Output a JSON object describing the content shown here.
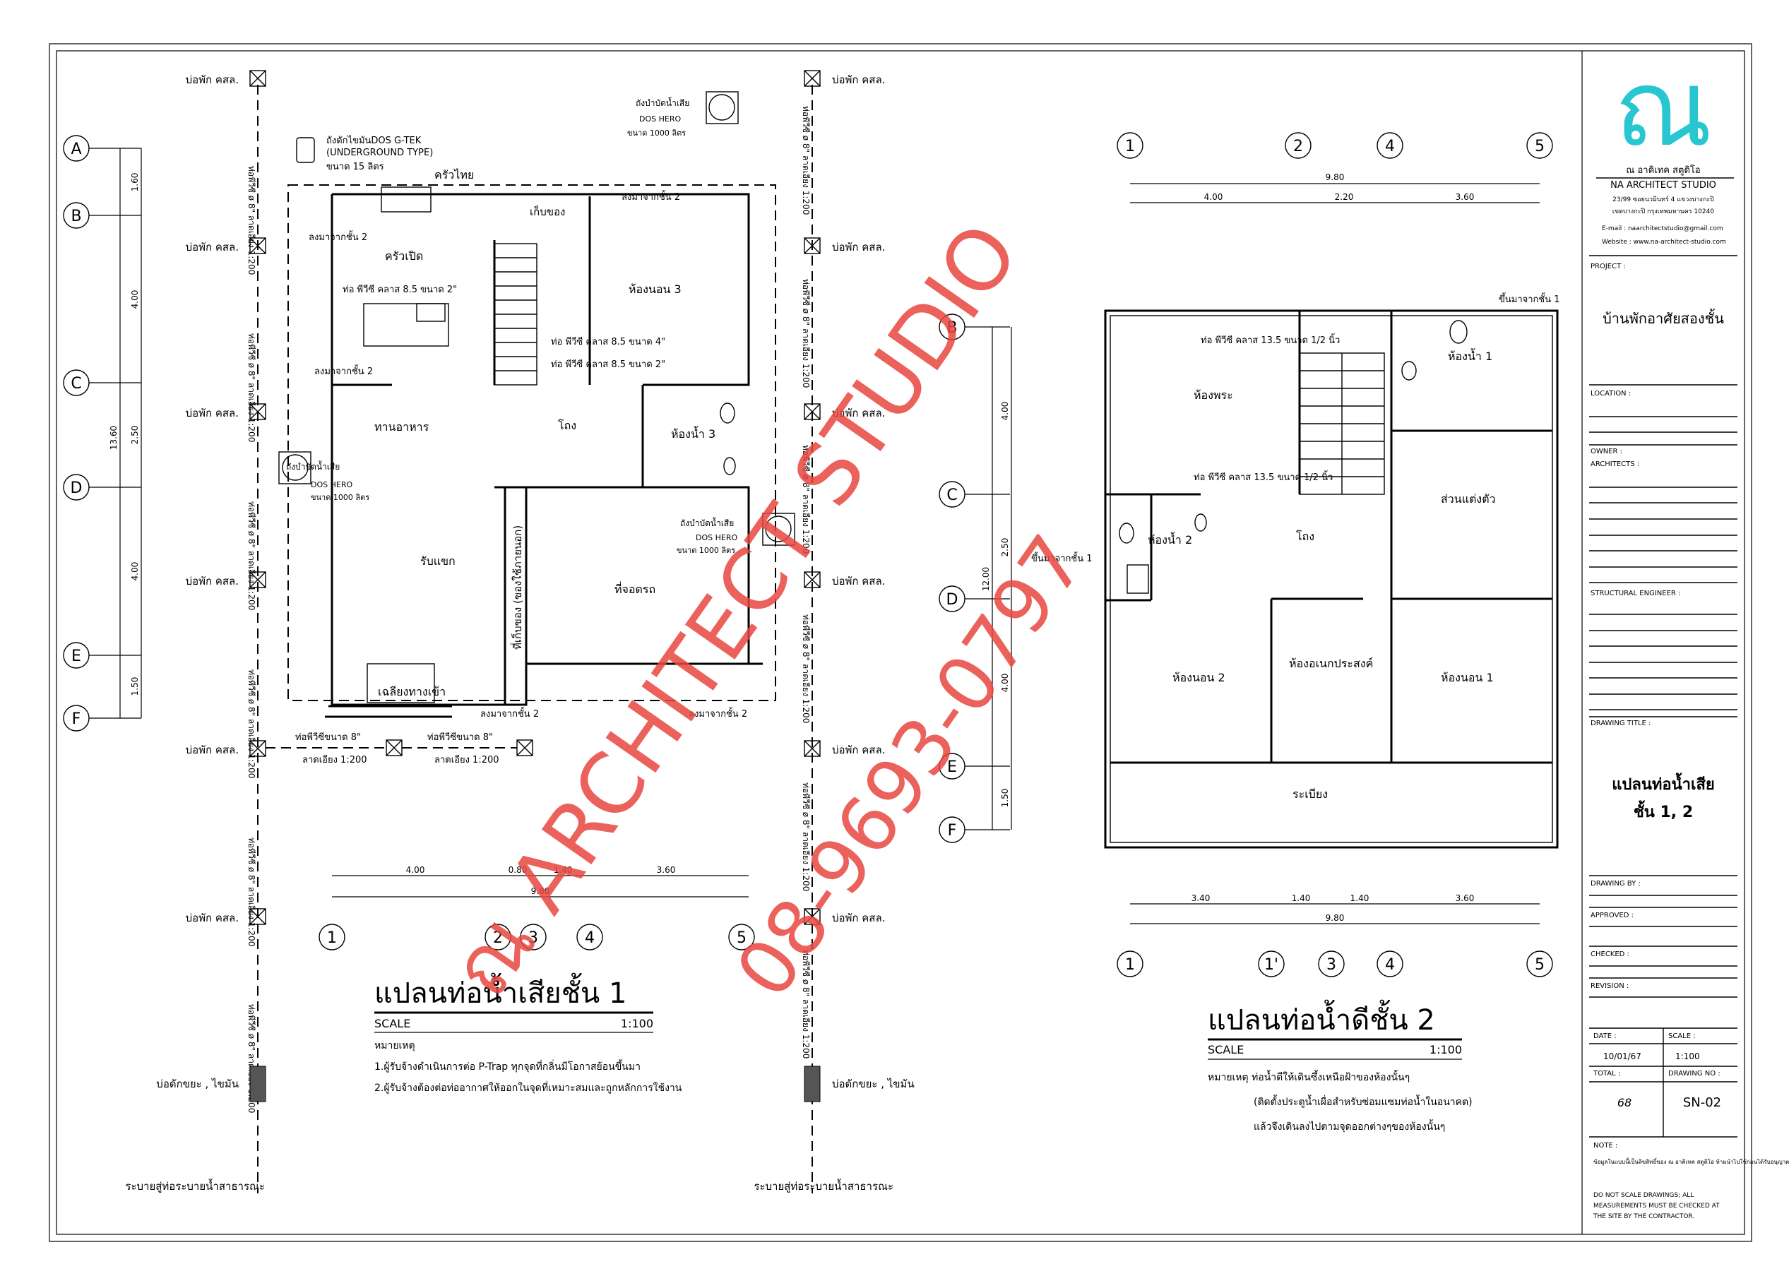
{
  "sheet": {
    "logo_glyph": "ณ",
    "studio_name_th": "ณ อาคิเทค สตูดิโอ",
    "studio_name_en": "NA ARCHITECT STUDIO",
    "address_1": "23/99 ซอยนวมินทร์ 4 แขวงบางกะปิ",
    "address_2": "เขตบางกะปิ กรุงเทพมหานคร 10240",
    "email": "E-mail : naarchitectstudio@gmail.com",
    "website": "Website : www.na-architect-studio.com",
    "project_label": "PROJECT :",
    "project_value": "บ้านพักอาศัยสองชั้น",
    "location_label": "LOCATION :",
    "owner_label": "OWNER :",
    "architects_label": "ARCHITECTS :",
    "structural_label": "STRUCTURAL ENGINEER :",
    "drawing_title_label": "DRAWING TITLE :",
    "drawing_title_1": "แปลนท่อน้ำเสีย",
    "drawing_title_2": "ชั้น 1, 2",
    "drawing_by_label": "DRAWING BY :",
    "approved_label": "APPROVED :",
    "checked_label": "CHECKED :",
    "revision_label": "REVISION :",
    "date_label": "DATE :",
    "date_value": "10/01/67",
    "scale_label": "SCALE :",
    "scale_value": "1:100",
    "total_label": "TOTAL :",
    "total_value": "68",
    "drawing_no_label": "DRAWING NO :",
    "drawing_no_value": "SN-02",
    "note_label": "NOTE :",
    "note_th": "ข้อมูลในแบบนี้เป็นลิขสิทธิ์ของ ณ อาคิเทค สตูดิโอ ห้ามนำไปใช้ก่อนได้รับอนุญาต",
    "note_en_1": "DO NOT SCALE DRAWINGS; ALL",
    "note_en_2": "MEASUREMENTS MUST BE CHECKED AT",
    "note_en_3": "THE SITE BY THE CONTRACTOR."
  },
  "watermark": {
    "line_1": "ณ ARCHITECT STUDIO",
    "line_2": "08-9693-0797"
  },
  "plan1": {
    "title": "แปลนท่อน้ำเสียชั้น 1",
    "scale_label": "SCALE",
    "scale_value": "1:100",
    "notes_heading": "หมายเหตุ",
    "note_1": "1.ผู้รับจ้างดำเนินการต่อ P-Trap ทุกจุดที่กลิ่นมีโอกาสย้อนขึ้นมา",
    "note_2": "2.ผู้รับจ้างต้องต่อท่ออากาศให้ออกในจุดที่เหมาะสมและถูกหลักการใช้งาน",
    "grid_rows": [
      "A",
      "B",
      "C",
      "D",
      "E",
      "F"
    ],
    "grid_cols": [
      "1",
      "2",
      "3",
      "4",
      "5"
    ],
    "row_dims": [
      "1.60",
      "4.00",
      "2.50",
      "4.00",
      "1.50"
    ],
    "row_total": "13.60",
    "col_dims": [
      "4.00",
      "0.80",
      "1.40",
      "3.60"
    ],
    "col_total": "9.80",
    "inspection_pit": "บ่อพัก คสล.",
    "pipe_slope_label": "ท่อพีวีซี ø 8\" ลาดเอียง 1:200",
    "grease_trap": "บ่อดักขยะ , ไขมัน",
    "public_drain": "ระบายสู่ท่อระบายน้ำสาธารณะ",
    "grease_tank_1": "ถังดักไขมันDOS G-TEK",
    "grease_tank_2": "(UNDERGROUND TYPE)",
    "grease_tank_3": "ขนาด 15 ลิตร",
    "septic_1": "ถังบำบัดน้ำเสีย",
    "septic_2": "DOS HERO",
    "septic_3": "ขนาด 1000 ลิตร",
    "vent_down": "ลงมาจากชั้น 2",
    "pipe_85_2": "ท่อ พีวีซี คลาส 8.5 ขนาด 2\"",
    "pipe_85_4": "ท่อ พีวีซี คลาส 8.5 ขนาด 4\"",
    "branch_pipe": "ท่อพีวีซีขนาด 8\"",
    "branch_slope": "ลาดเอียง 1:200",
    "rooms": {
      "thai_kitchen": "ครัวไทย",
      "pantry": "ครัวเปิด",
      "storage": "เก็บของ",
      "bedroom3": "ห้องนอน 3",
      "dining": "ทานอาหาร",
      "hall": "โถง",
      "bath3": "ห้องน้ำ 3",
      "living": "รับแขก",
      "carport": "ที่จอดรถ",
      "storage_under": "ที่เก็บของ (ของใช้ภายนอก)",
      "terrace": "เฉลียงทางเข้า"
    }
  },
  "plan2": {
    "title": "แปลนท่อน้ำดีชั้น 2",
    "scale_label": "SCALE",
    "scale_value": "1:100",
    "note_1": "หมายเหตุ ท่อน้ำดีให้เดินซึ้งเหนือฝ้าของห้องนั้นๆ",
    "note_2": "(ติดตั้งประตูน้ำเผื่อสำหรับซ่อมแซมท่อน้ำในอนาคต)",
    "note_3": "แล้วจึงเดินลงไปตามจุดออกต่างๆของห้องนั้นๆ",
    "grid_rows": [
      "B",
      "C",
      "D",
      "E",
      "F"
    ],
    "grid_cols_top": [
      "1",
      "2",
      "4",
      "5"
    ],
    "grid_cols_bottom": [
      "1",
      "1'",
      "3",
      "4",
      "5"
    ],
    "top_dims": [
      "4.00",
      "2.20",
      "3.60"
    ],
    "top_total": "9.80",
    "bottom_dims": [
      "3.40",
      "1.40",
      "1.40",
      "3.60"
    ],
    "bottom_total": "9.80",
    "row_dims": [
      "4.00",
      "2.50",
      "4.00",
      "1.50"
    ],
    "row_total": "12.00",
    "pipe_135_half": "ท่อ พีวีซี คลาส 13.5 ขนาด 1/2 นิ้ว",
    "up_from_1": "ขึ้นมาจากชั้น 1",
    "rooms": {
      "shrine": "ห้องพระ",
      "bath1": "ห้องน้ำ 1",
      "bath2": "ห้องน้ำ 2",
      "hall": "โถง",
      "dressing": "ส่วนแต่งตัว",
      "bedroom2": "ห้องนอน 2",
      "multipurpose": "ห้องอเนกประสงค์",
      "bedroom1": "ห้องนอน 1",
      "balcony": "ระเบียง"
    }
  },
  "colors": {
    "logo": "#27c6d1",
    "watermark": "#e8463f",
    "line": "#000000"
  }
}
